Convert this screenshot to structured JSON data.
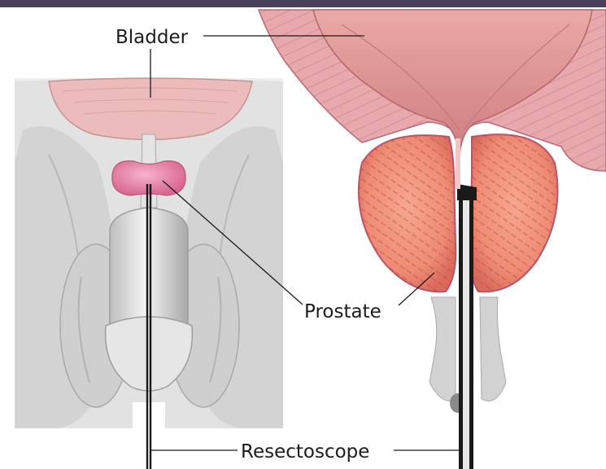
{
  "labels": {
    "bladder": "Bladder",
    "prostate": "Prostate",
    "resectoscope": "Resectoscope"
  },
  "colors": {
    "top_band": "#4a3f5a",
    "prostate_gland": "#ee8c74",
    "prostate_outline": "#b9546a",
    "bladder_wall": "#e7a9ad",
    "bladder_lumen": "#d88989",
    "external_anatomy": "#d6d6d6",
    "prostate_pink": "#e4779e",
    "scope": "#1a1a1a"
  }
}
